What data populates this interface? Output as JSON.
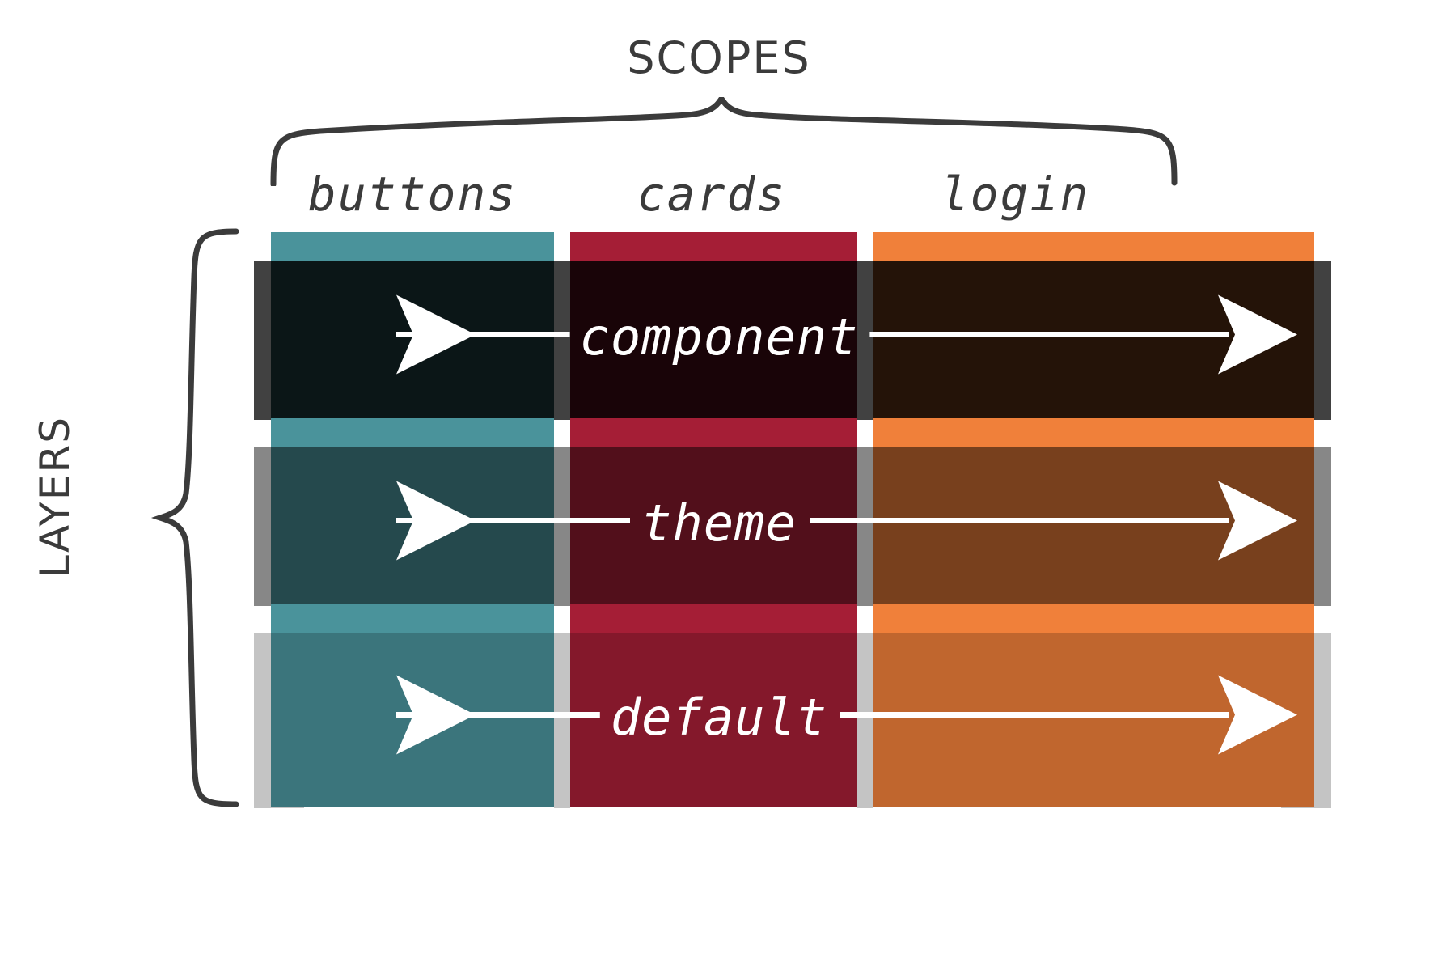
{
  "diagram": {
    "top_title": "SCOPES",
    "side_title": "LAYERS",
    "scopes": [
      {
        "label": "buttons",
        "color": "#4A939B"
      },
      {
        "label": "cards",
        "color": "#A51E36"
      },
      {
        "label": "login",
        "color": "#F0803A"
      }
    ],
    "layers": [
      {
        "label": "component",
        "shade_opacity": 0.85,
        "rail_color": "#414141"
      },
      {
        "label": "theme",
        "shade_opacity": 0.5,
        "rail_color": "#878787"
      },
      {
        "label": "default",
        "shade_opacity": 0.2,
        "rail_color": "#C4C4C4"
      }
    ],
    "arrows": {
      "left_arrow_icon": "arrow-left",
      "right_arrow_icon": "arrow-right",
      "color": "#FFFFFF"
    },
    "brace_color": "#3b3b3b",
    "background": "#FFFFFF"
  }
}
